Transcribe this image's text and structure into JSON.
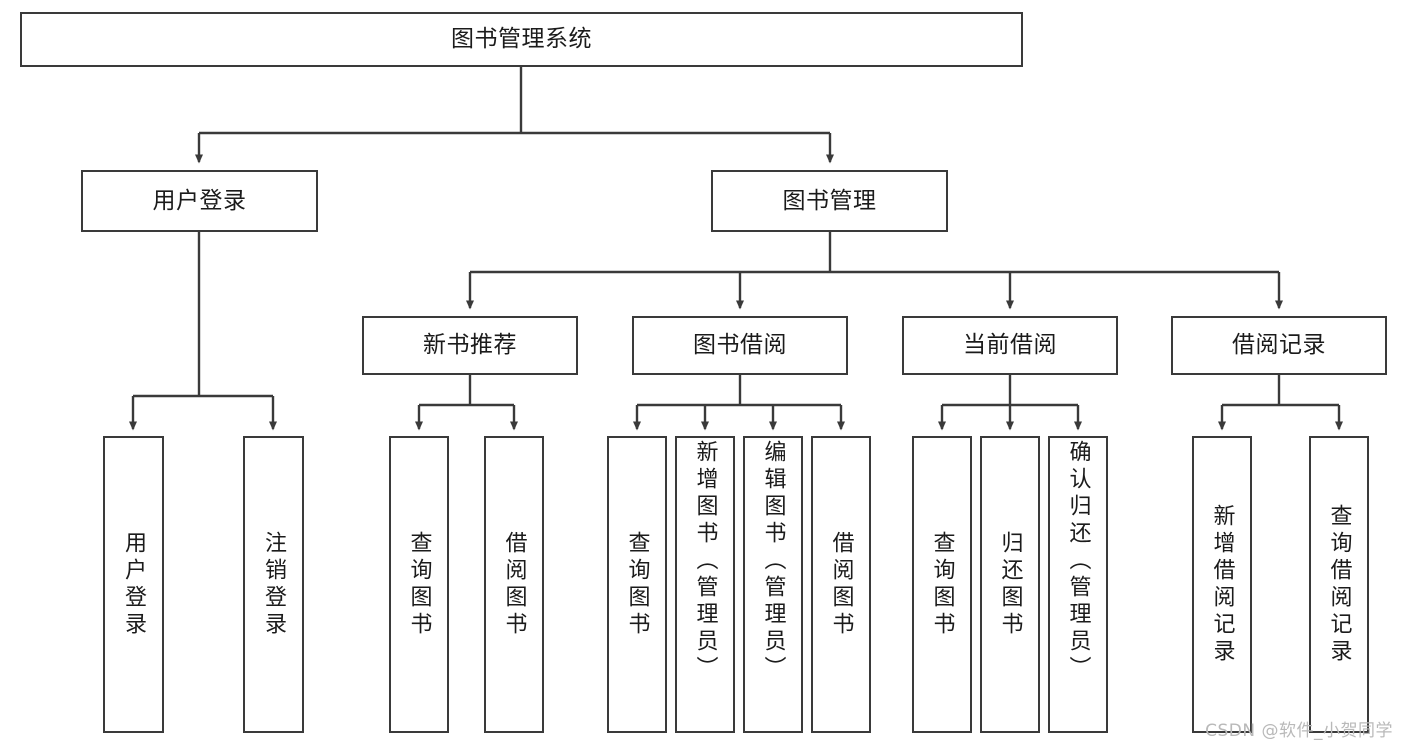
{
  "diagram": {
    "title": "图书管理系统",
    "type": "tree-hierarchy",
    "watermark": "CSDN @软件_小贺同学",
    "colors": {
      "background": "#ffffff",
      "stroke": "#3a3a3a",
      "text": "#1b1b1b",
      "watermark": "#b9b9b9"
    }
  },
  "nodes": {
    "root": {
      "label": "图书管理系统"
    },
    "level2": [
      {
        "id": "user-login",
        "label": "用户登录"
      },
      {
        "id": "book-manage",
        "label": "图书管理"
      }
    ],
    "level3": [
      {
        "id": "new-book-recommend",
        "label": "新书推荐"
      },
      {
        "id": "book-borrow",
        "label": "图书借阅"
      },
      {
        "id": "current-borrow",
        "label": "当前借阅"
      },
      {
        "id": "borrow-record",
        "label": "借阅记录"
      }
    ],
    "leaves": {
      "user_login": [
        {
          "id": "leaf-user-login",
          "label": "用户登录"
        },
        {
          "id": "leaf-logout-login",
          "label": "注销登录"
        }
      ],
      "new_book_recommend": [
        {
          "id": "leaf-query-book-1",
          "label": "查询图书"
        },
        {
          "id": "leaf-borrow-book-1",
          "label": "借阅图书"
        }
      ],
      "book_borrow": [
        {
          "id": "leaf-query-book-2",
          "label": "查询图书"
        },
        {
          "id": "leaf-add-book",
          "label": "新增图书（管理员）"
        },
        {
          "id": "leaf-edit-book",
          "label": "编辑图书（管理员）"
        },
        {
          "id": "leaf-borrow-book-2",
          "label": "借阅图书"
        }
      ],
      "current_borrow": [
        {
          "id": "leaf-query-book-3",
          "label": "查询图书"
        },
        {
          "id": "leaf-return-book",
          "label": "归还图书"
        },
        {
          "id": "leaf-confirm-return",
          "label": "确认归还（管理员）"
        }
      ],
      "borrow_record": [
        {
          "id": "leaf-add-record",
          "label": "新增借阅记录"
        },
        {
          "id": "leaf-query-record",
          "label": "查询借阅记录"
        }
      ]
    }
  }
}
